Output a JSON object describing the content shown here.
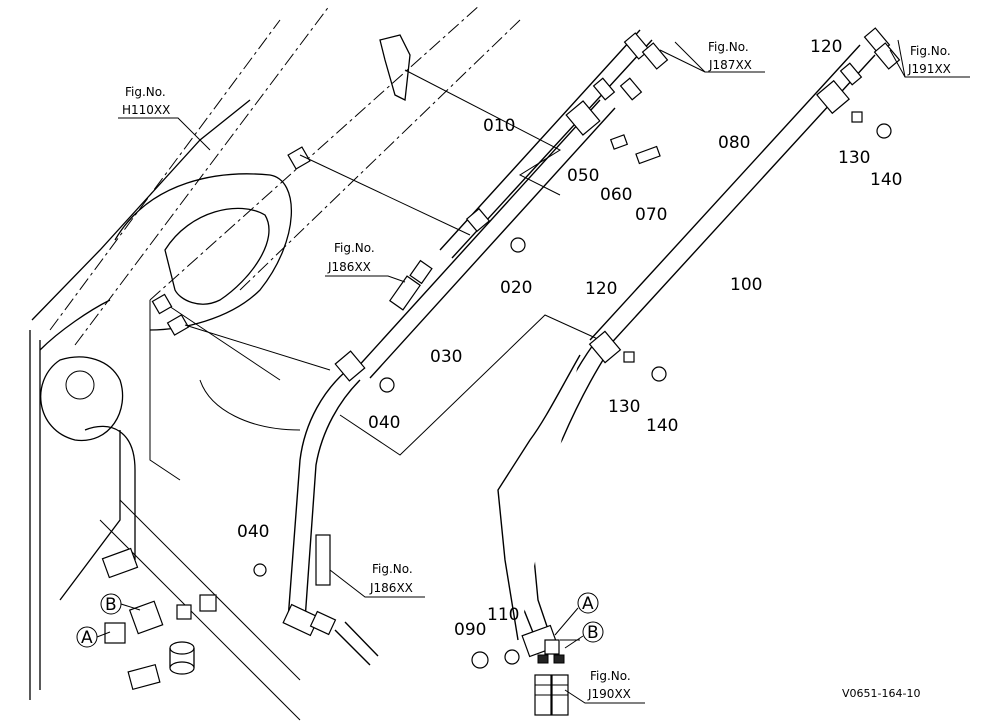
{
  "figure_id": "V0651-164-10",
  "parts": [
    "010",
    "020",
    "030",
    "040",
    "040",
    "050",
    "060",
    "070",
    "080",
    "090",
    "100",
    "110",
    "120",
    "120",
    "130",
    "130",
    "140",
    "140"
  ],
  "references": [
    {
      "prefix": "Fig.No.",
      "code": "H110XX"
    },
    {
      "prefix": "Fig.No.",
      "code": "J186XX"
    },
    {
      "prefix": "Fig.No.",
      "code": "J187XX"
    },
    {
      "prefix": "Fig.No.",
      "code": "J191XX"
    },
    {
      "prefix": "Fig.No.",
      "code": "J186XX"
    },
    {
      "prefix": "Fig.No.",
      "code": "J190XX"
    }
  ],
  "markers": [
    "A",
    "B",
    "A",
    "B"
  ]
}
